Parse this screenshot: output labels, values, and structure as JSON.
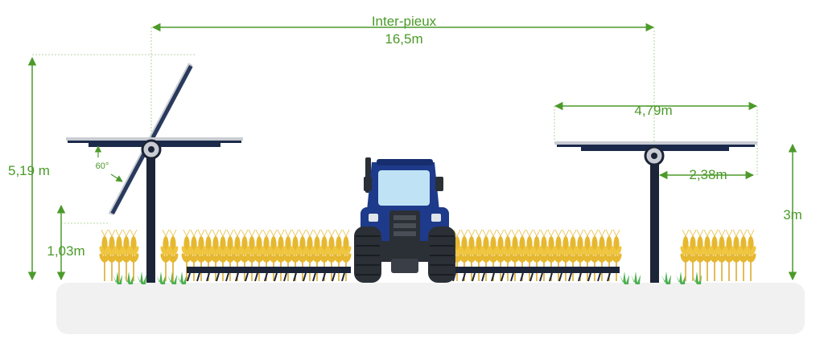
{
  "colors": {
    "dimension": "#4c9a2a",
    "panel": "#1b2a4a",
    "panel_frame": "#c9ccd2",
    "post": "#1c2438",
    "ground": "#f1f1f1",
    "tractor_body": "#1e3a8a",
    "tractor_dark": "#2b2f36",
    "wheat": "#e6b830",
    "grass": "#4caf50"
  },
  "dimensions": {
    "inter_pile_label": "Inter-pieux",
    "inter_pile_value": "16,5m",
    "max_height": "5,19 m",
    "min_clearance": "1,03m",
    "tilt_angle": "60°",
    "panel_width": "4,79m",
    "half_width": "2,38m",
    "axis_height": "3m"
  },
  "icons": {
    "tractor": "tractor-icon",
    "wheat": "wheat-icon",
    "grass": "grass-icon",
    "tracker": "solar-tracker-icon"
  }
}
